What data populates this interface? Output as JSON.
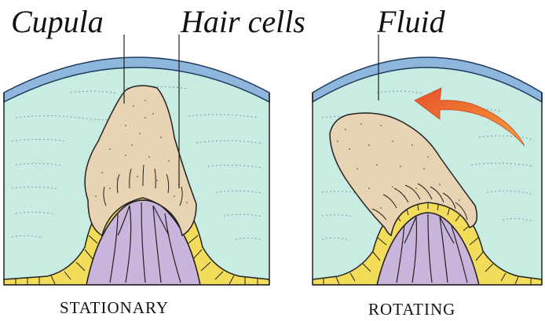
{
  "labels": {
    "cupula": "Cupula",
    "hair_cells": "Hair cells",
    "fluid": "Fluid"
  },
  "captions": {
    "left": "STATIONARY",
    "right": "ROTATING"
  },
  "colors": {
    "fluid": "#c8ece1",
    "wall": "#8fb6dc",
    "cupula": "#e8d3b3",
    "hair_cell": "#f2dc5a",
    "support_tissue": "#c9b4dc",
    "arrow": "#f07b2e"
  }
}
